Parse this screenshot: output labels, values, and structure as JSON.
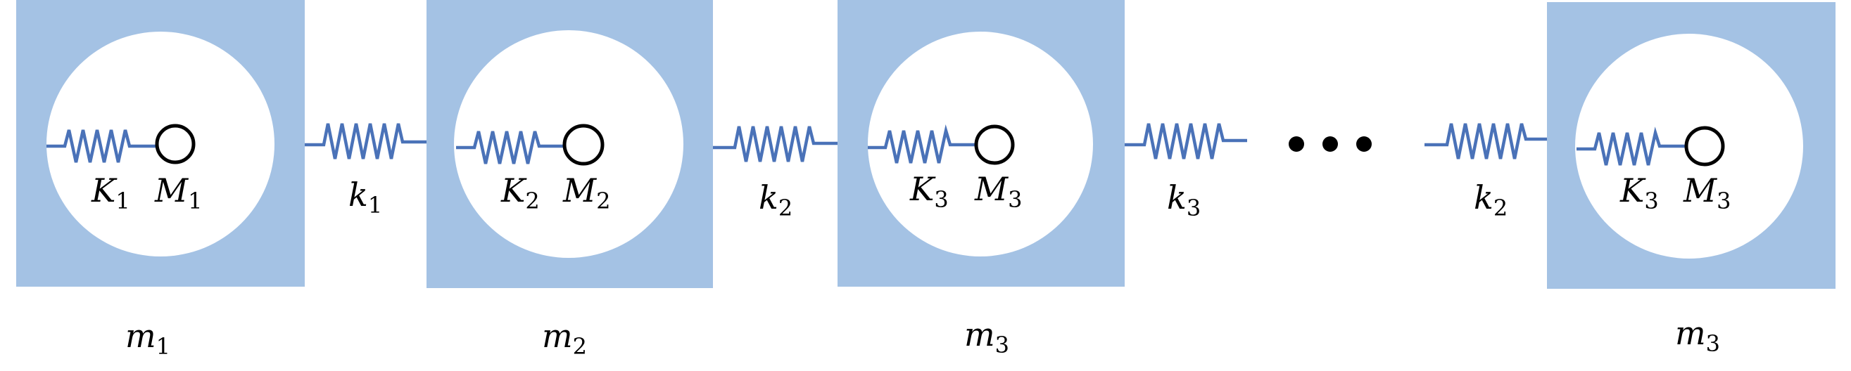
{
  "colors": {
    "block": "#a4c2e4",
    "spring": "#4a72b8",
    "ball_stroke": "#000000",
    "background": "#ffffff"
  },
  "labels": {
    "unit1": {
      "inner_spring": {
        "base": "K",
        "sub": "1"
      },
      "inner_mass": {
        "base": "M",
        "sub": "1"
      },
      "outer_mass": {
        "base": "m",
        "sub": "1"
      }
    },
    "coupling1": {
      "base": "k",
      "sub": "1"
    },
    "unit2": {
      "inner_spring": {
        "base": "K",
        "sub": "2"
      },
      "inner_mass": {
        "base": "M",
        "sub": "2"
      },
      "outer_mass": {
        "base": "m",
        "sub": "2"
      }
    },
    "coupling2": {
      "base": "k",
      "sub": "2"
    },
    "unit3": {
      "inner_spring": {
        "base": "K",
        "sub": "3"
      },
      "inner_mass": {
        "base": "M",
        "sub": "3"
      },
      "outer_mass": {
        "base": "m",
        "sub": "3"
      }
    },
    "coupling3": {
      "base": "k",
      "sub": "3"
    },
    "coupling_last": {
      "base": "k",
      "sub": "2"
    },
    "unit_last": {
      "inner_spring": {
        "base": "K",
        "sub": "3"
      },
      "inner_mass": {
        "base": "M",
        "sub": "3"
      },
      "outer_mass": {
        "base": "m",
        "sub": "3"
      }
    }
  },
  "icons": {
    "ellipsis": "ellipsis-dots-icon"
  }
}
